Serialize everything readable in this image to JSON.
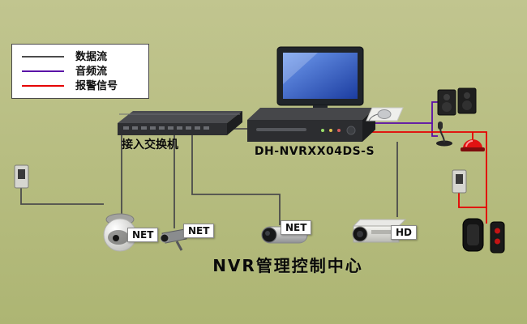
{
  "background_color": "#b6bb80",
  "legend": {
    "items": [
      {
        "label": "数据流",
        "color": "#4c4c4c"
      },
      {
        "label": "音频流",
        "color": "#5a0ca8"
      },
      {
        "label": "报警信号",
        "color": "#e60000"
      }
    ]
  },
  "devices": {
    "switch_label": "接入交换机",
    "nvr_label": "DH-NVRXX04DS-S",
    "title": "NVR管理控制中心",
    "badges": {
      "dome": "NET",
      "bullet": "NET",
      "ptz": "NET",
      "box": "HD"
    }
  }
}
